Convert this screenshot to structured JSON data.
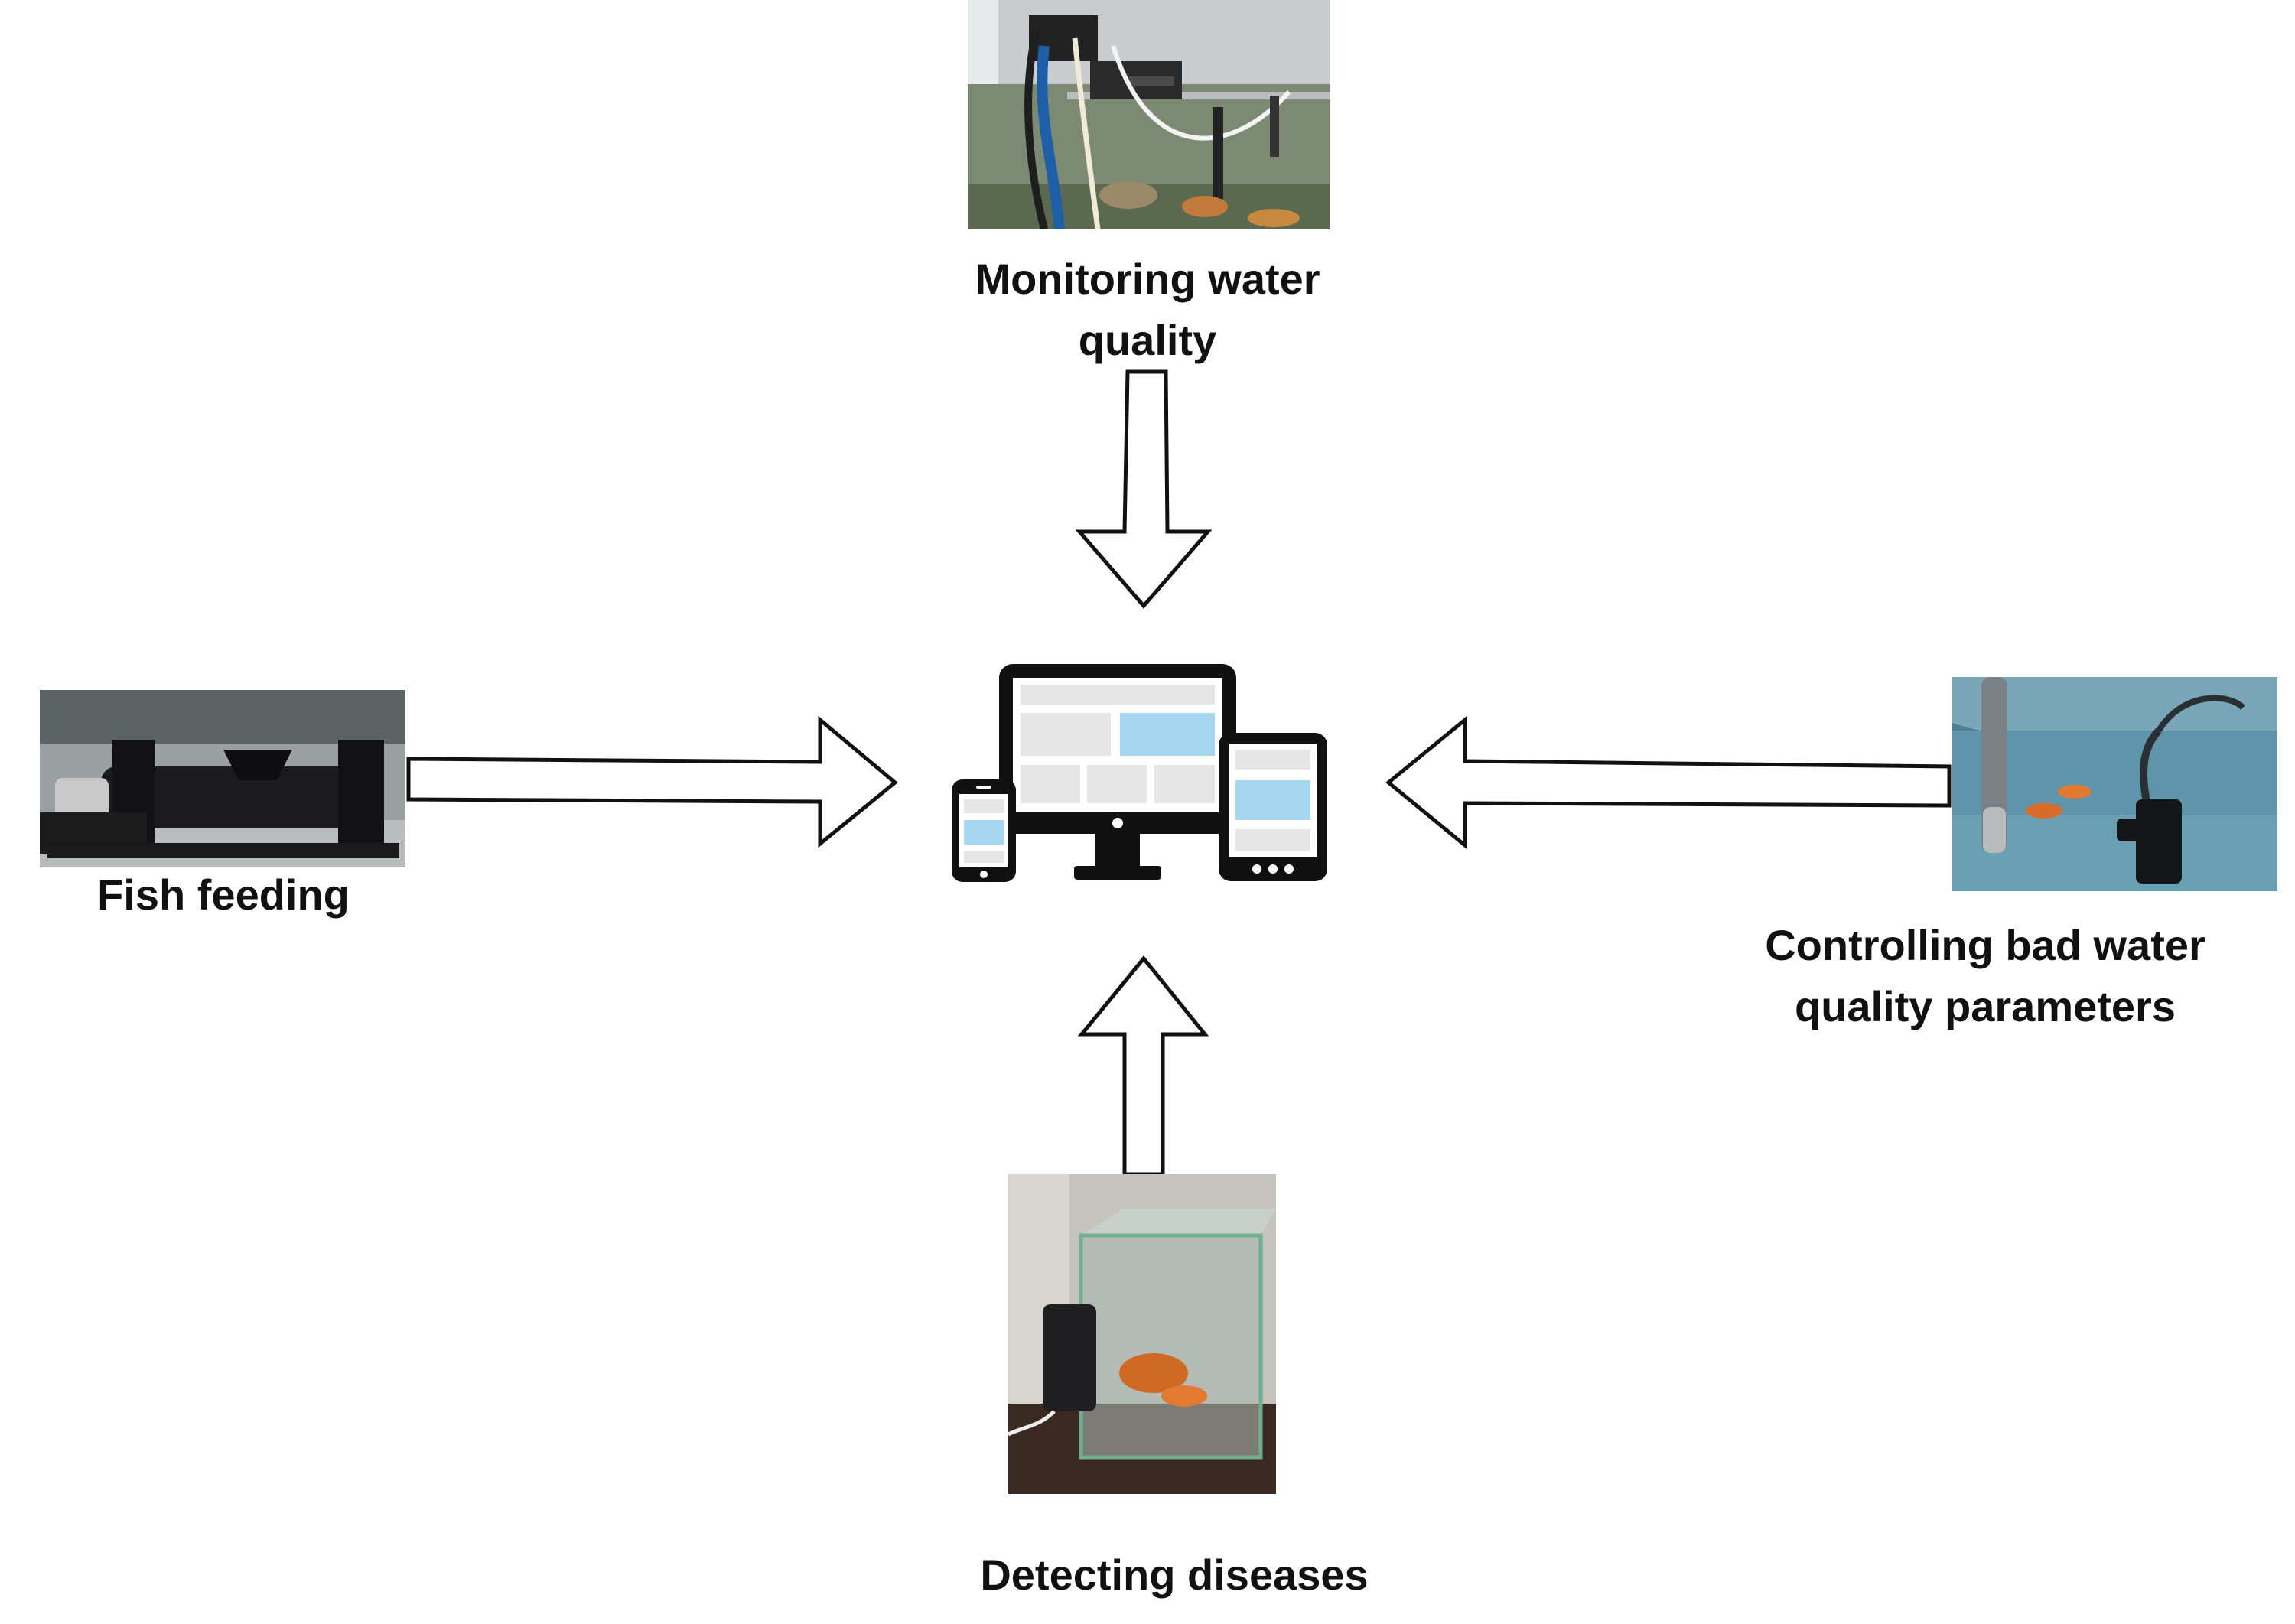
{
  "nodes": {
    "top": {
      "label_line1": "Monitoring water",
      "label_line2": "quality"
    },
    "left": {
      "label": "Fish feeding"
    },
    "right": {
      "label_line1": "Controlling bad water",
      "label_line2": "quality parameters"
    },
    "bottom": {
      "label": "Detecting diseases"
    }
  },
  "center": {
    "icon": "responsive-devices-icon"
  },
  "arrows": [
    "top-to-center",
    "left-to-center",
    "right-to-center",
    "bottom-to-center"
  ],
  "colors": {
    "accent": "#a6d7f0",
    "stroke": "#111111",
    "background": "#ffffff"
  }
}
